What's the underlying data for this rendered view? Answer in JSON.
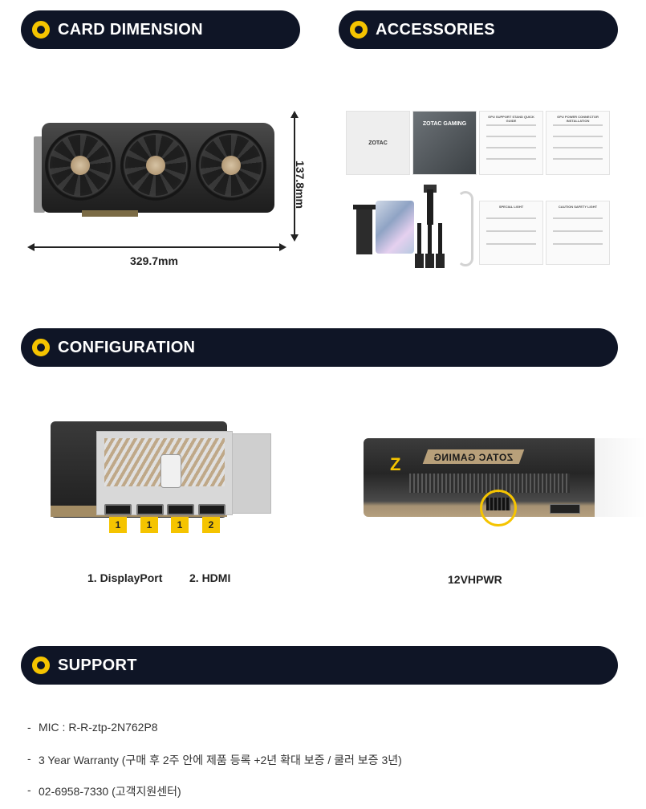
{
  "sections": {
    "card_dimension": "CARD DIMENSION",
    "accessories": "ACCESSORIES",
    "configuration": "CONFIGURATION",
    "support": "SUPPORT"
  },
  "dimensions": {
    "length": "329.7mm",
    "height": "137.8mm"
  },
  "accessories": {
    "box_label": "ZOTAC",
    "box2_label": "ZOTAC GAMING",
    "sheet_1": "GPU SUPPORT STAND QUICK GUIDE",
    "sheet_2": "GPU POWER CONNECTOR INSTALLATION",
    "sheet_3": "SPECIAL LIGHT",
    "sheet_4": "CAUTION SAFETY LIGHT"
  },
  "configuration": {
    "port_badges": [
      "1",
      "1",
      "1",
      "2"
    ],
    "legend_1": "1. DisplayPort",
    "legend_2": "2. HDMI",
    "connector_label": "12VHPWR",
    "card_brand": "ZOTAC GAMING"
  },
  "support": {
    "items": [
      "MIC : R-R-ztp-2N762P8",
      "3 Year Warranty (구매 후 2주 안에 제품 등록 +2년 확대 보증 / 쿨러 보증 3년)",
      "02-6958-7330 (고객지원센터)"
    ]
  },
  "colors": {
    "pill_bg": "#0f1526",
    "accent": "#f5c400"
  }
}
